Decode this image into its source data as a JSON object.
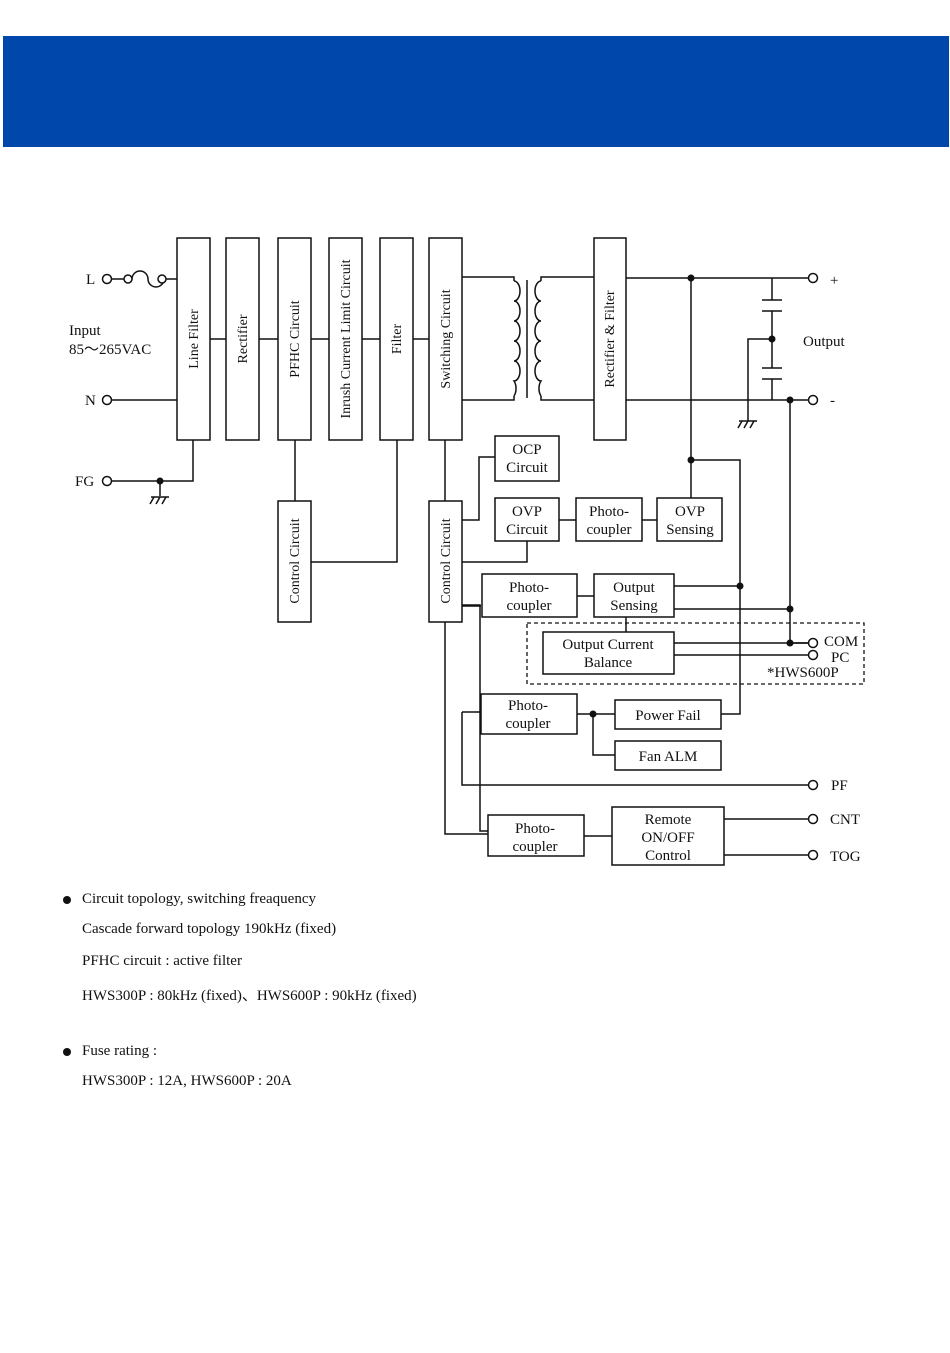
{
  "colors": {
    "banner": "#0047ab",
    "line": "#111111"
  },
  "diagram": {
    "terminals": {
      "l": "L",
      "n": "N",
      "fg": "FG",
      "plus": "+",
      "minus": "-",
      "com": "COM",
      "pc": "PC",
      "pf": "PF",
      "cnt": "CNT",
      "tog": "TOG"
    },
    "input_label": "Input",
    "input_range": "85～265VAC",
    "output_label": "Output",
    "hws600p_note": "*HWS600P",
    "vertical_blocks": {
      "line_filter": "Line Filter",
      "rectifier": "Rectifier",
      "pfhc": "PFHC Circuit",
      "inrush": "Inrush Current Limit Circuit",
      "filter": "Filter",
      "switching": "Switching Circuit",
      "rect_filter": "Rectifier & Filter",
      "control_1": "Control Circuit",
      "control_2": "Control Circuit"
    },
    "blocks": {
      "ocp": [
        "OCP",
        "Circuit"
      ],
      "ovp": [
        "OVP",
        "Circuit"
      ],
      "photo_ovp": [
        "Photo-",
        "coupler"
      ],
      "ovp_sensing": [
        "OVP",
        "Sensing"
      ],
      "photo_out": [
        "Photo-",
        "coupler"
      ],
      "output_sensing": [
        "Output",
        "Sensing"
      ],
      "ocb": [
        "Output Current",
        "Balance"
      ],
      "photo_pf": [
        "Photo-",
        "coupler"
      ],
      "power_fail": [
        "Power Fail"
      ],
      "fan_alm": [
        "Fan ALM"
      ],
      "photo_remote": [
        "Photo-",
        "coupler"
      ],
      "remote": [
        "Remote",
        "ON/OFF",
        "Control"
      ]
    }
  },
  "notes": {
    "topology_title": "Circuit topology, switching freaquency",
    "topology_line1": "Cascade forward topology 190kHz (fixed)",
    "topology_line2": "PFHC circuit : active filter",
    "topology_line3": "HWS300P : 80kHz (fixed)、HWS600P : 90kHz (fixed)",
    "fuse_title": "Fuse rating :",
    "fuse_line1": "HWS300P : 12A, HWS600P : 20A"
  }
}
